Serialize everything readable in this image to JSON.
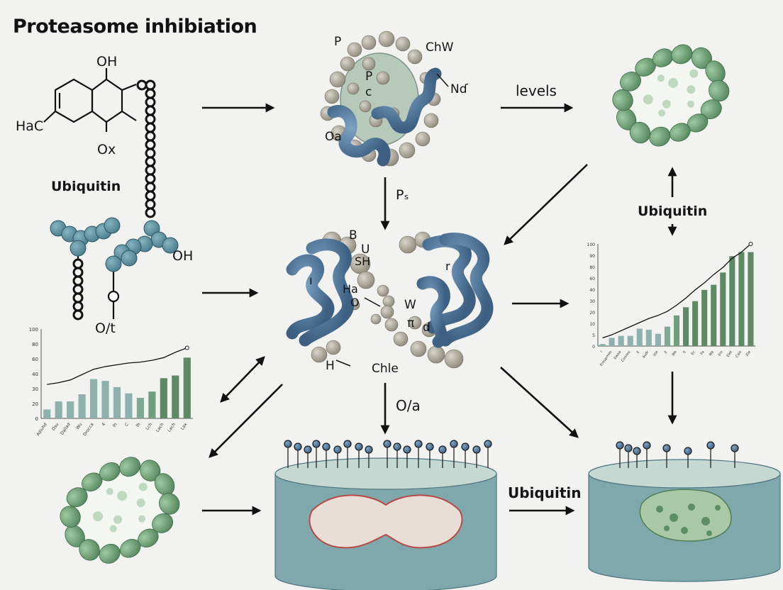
{
  "title": "Proteasome inhibiation",
  "molecule": {
    "label_oh_top": "OH",
    "label_hac": "HaC",
    "label_ox": "Ox",
    "label_ubiquitin": "Ubiquitin",
    "label_oh_right": "OH",
    "label_bottom": "O/t"
  },
  "top_protein": {
    "p1": "P",
    "p2": "P",
    "c": "c",
    "chw": "ChW",
    "nd": "Nɗ",
    "oa": "Oa"
  },
  "arrows": {
    "levels": "levels",
    "ps": "Pₛ",
    "ubiquitin_right": "Ubiquitin",
    "ola": "O/a",
    "ubiquitin_bottom": "Ubiquitin"
  },
  "center_complex": {
    "b": "B",
    "u": "U",
    "sh": "SH",
    "ha": "Ha",
    "o": "O",
    "w": "W",
    "n": "π",
    "d": "d",
    "r": "r",
    "i": "ı",
    "h": "H",
    "chle": "Chle"
  },
  "colors": {
    "helix": "#4d7298",
    "bead": "#a39e8e",
    "green": "#6f9f78",
    "cylinder": "#7fa8ad",
    "bar_blue": "#8fb1ad",
    "bar_green": "#5d8964"
  },
  "chart_data": [
    {
      "type": "bar",
      "categories": [
        "Adiuhd",
        "Dsu",
        "Dallad",
        "Wu",
        "Drocca",
        "4",
        "Ih",
        "C",
        "Ih",
        "Lch",
        "Lach",
        "Lach",
        "Lax"
      ],
      "values": [
        10,
        19,
        19,
        27,
        44,
        42,
        35,
        28,
        23,
        30,
        45,
        48,
        68
      ],
      "line": [
        38,
        40,
        43,
        49,
        55,
        58,
        60,
        62,
        63,
        65,
        68,
        74,
        79
      ],
      "ylim": [
        0,
        100
      ],
      "yticks": [
        "100",
        "80",
        "60",
        "40",
        "30",
        "20",
        "0"
      ],
      "bar_colors": [
        "#8fb1ad",
        "#8fb1ad",
        "#8fb1ad",
        "#8fb1ad",
        "#8fb1ad",
        "#8fb1ad",
        "#8fb1ad",
        "#8fb1ad",
        "#7ea994",
        "#6f9f7c",
        "#5d8964",
        "#5d8964",
        "#5d8964"
      ]
    },
    {
      "type": "bar",
      "categories": [
        "I",
        "Eroupmes",
        "Ewaa",
        "Conreu",
        "E",
        "4udr",
        "Itie",
        "E",
        "Wa",
        "0",
        "Ec",
        "Fe",
        "Wa",
        "Ein",
        "Elet",
        "Cais",
        "Ele"
      ],
      "values": [
        2,
        8,
        10,
        10,
        17,
        16,
        12,
        19,
        30,
        38,
        44,
        55,
        60,
        72,
        88,
        92,
        92
      ],
      "line": [
        8,
        11,
        15,
        19,
        23,
        27,
        30,
        34,
        40,
        47,
        55,
        62,
        70,
        77,
        86,
        92,
        100
      ],
      "ylim": [
        0,
        100
      ],
      "yticks": [
        "100",
        "90",
        "80",
        "60",
        "40",
        "30",
        "20",
        "10",
        "5",
        "0"
      ],
      "bar_colors": [
        "#8fb1ad",
        "#8fb1ad",
        "#8fb1ad",
        "#8fb1ad",
        "#8fb1ad",
        "#8fb1ad",
        "#8fb1ad",
        "#7ea994",
        "#6f9f7c",
        "#5d8964",
        "#5d8964",
        "#5d8964",
        "#5d8964",
        "#5d8964",
        "#5d8964",
        "#5d8964",
        "#5d8964"
      ]
    }
  ]
}
